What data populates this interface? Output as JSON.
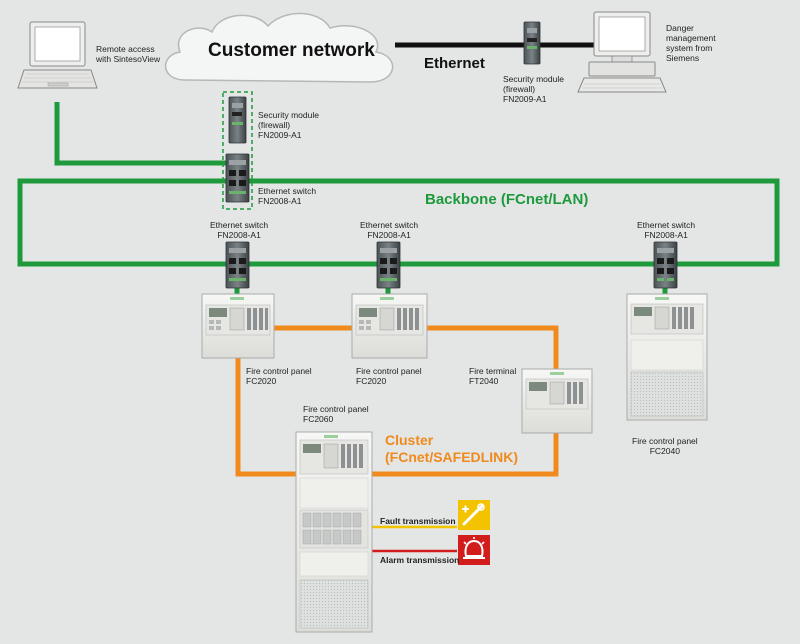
{
  "network": {
    "customer_network": "Customer network",
    "ethernet": "Ethernet",
    "backbone": "Backbone (FCnet/LAN)",
    "cluster": "Cluster\n(FCnet/SAFEDLINK)"
  },
  "labels": {
    "remote_access": "Remote access\nwith SintesoView",
    "danger_mgmt": "Danger\nmanagement\nsystem from\nSiemens",
    "security_module_right": "Security module\n(firewall)\nFN2009-A1",
    "security_module_left": "Security module\n(firewall)\nFN2009-A1",
    "ethernet_switch_left": "Ethernet switch\nFN2008-A1",
    "ethernet_switch_1": "Ethernet switch\nFN2008-A1",
    "ethernet_switch_2": "Ethernet switch\nFN2008-A1",
    "ethernet_switch_3": "Ethernet switch\nFN2008-A1",
    "panel_fc2020_a": "Fire control panel\nFC2020",
    "panel_fc2020_b": "Fire control panel\nFC2020",
    "terminal_ft2040": "Fire terminal\nFT2040",
    "panel_fc2060": "Fire control panel\nFC2060",
    "panel_fc2040": "Fire control panel\nFC2040",
    "fault_transmission": "Fault transmission",
    "alarm_transmission": "Alarm transmission"
  },
  "colors": {
    "background": "#e4e6e6",
    "backbone_green": "#1e9a3c",
    "cluster_orange": "#f08a1c",
    "fault_yellow": "#f3c300",
    "alarm_red": "#d21d1d",
    "ethernet_black": "#111111"
  },
  "icons": [
    "laptop-icon",
    "workstation-icon",
    "cloud-icon",
    "security-module-icon",
    "ethernet-switch-icon",
    "fire-panel-icon",
    "fault-icon",
    "alarm-icon"
  ]
}
